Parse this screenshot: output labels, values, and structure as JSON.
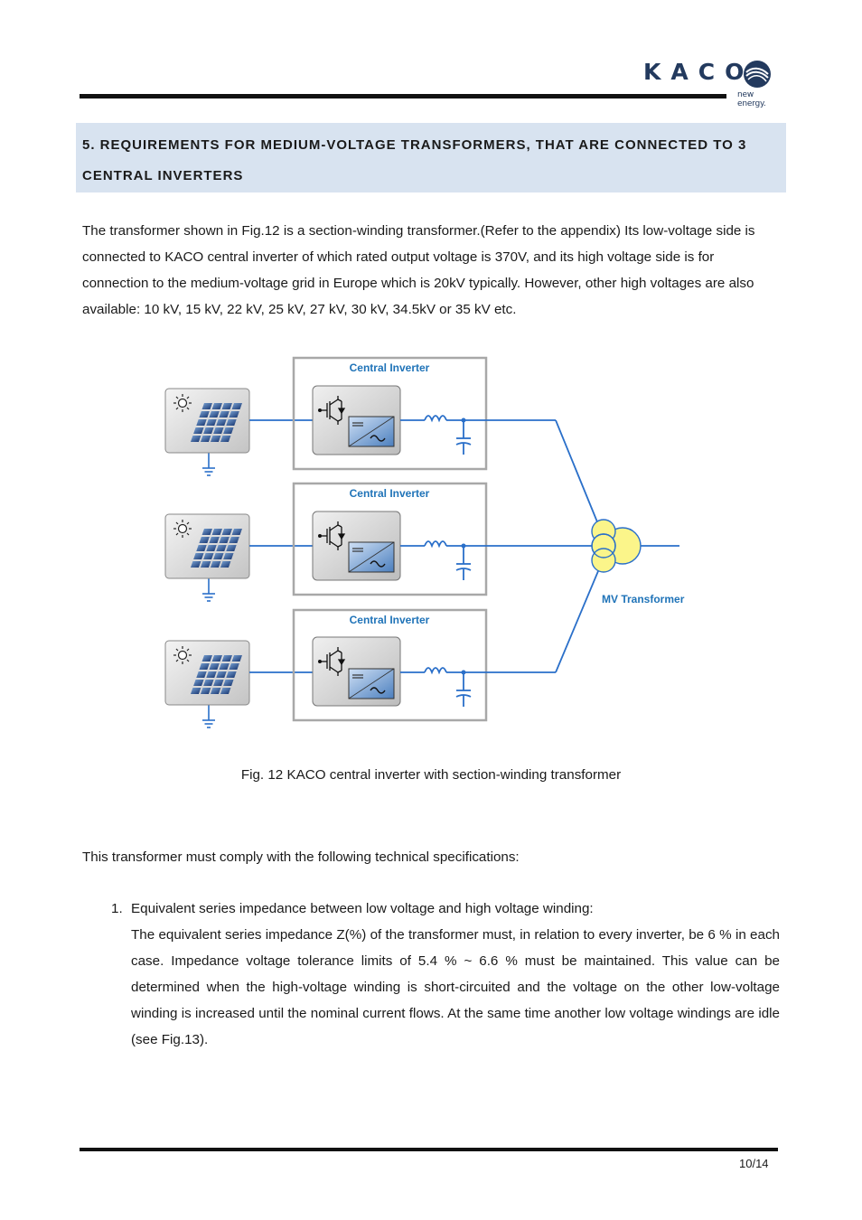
{
  "header": {
    "logo_text": "KACO",
    "logo_tagline": "new energy."
  },
  "section": {
    "title": "5. Requirements for medium-voltage transformers, that are connected to 3 central inverters"
  },
  "intro_paragraph": "The transformer shown in Fig.12 is a section-winding transformer.(Refer to the appendix) Its low-voltage side is connected to KACO central inverter of which rated output voltage is 370V, and its high voltage side is for connection to the medium-voltage grid in Europe which is 20kV typically. However, other high voltages are also available: 10 kV, 15 kV, 22 kV, 25 kV, 27 kV, 30 kV, 34.5kV or 35 kV etc.",
  "figure": {
    "box_labels": [
      "Central Inverter",
      "Central Inverter",
      "Central Inverter"
    ],
    "transformer_label": "MV Transformer",
    "caption": "Fig. 12 KACO central inverter with section-winding transformer",
    "colors": {
      "line": "#2a6fc9",
      "label": "#1f73b8",
      "transformer_fill": "#fbf58a",
      "box_border": "#a8a8a8"
    }
  },
  "spec_intro": "This transformer must comply with the following technical specifications:",
  "list": {
    "items": [
      {
        "number": "1.",
        "title": "Equivalent series impedance between low voltage and high voltage winding:",
        "body": "The equivalent series impedance Z(%) of the transformer must, in relation to every inverter, be 6 % in each case. Impedance voltage tolerance limits of 5.4 % ~ 6.6 % must be maintained. This value can be determined when the high-voltage winding is short-circuited and the voltage on the other low-voltage winding is increased until the nominal current flows. At the same time another low voltage windings are idle (see Fig.13)."
      }
    ]
  },
  "footer": {
    "page_number": "10/14"
  }
}
